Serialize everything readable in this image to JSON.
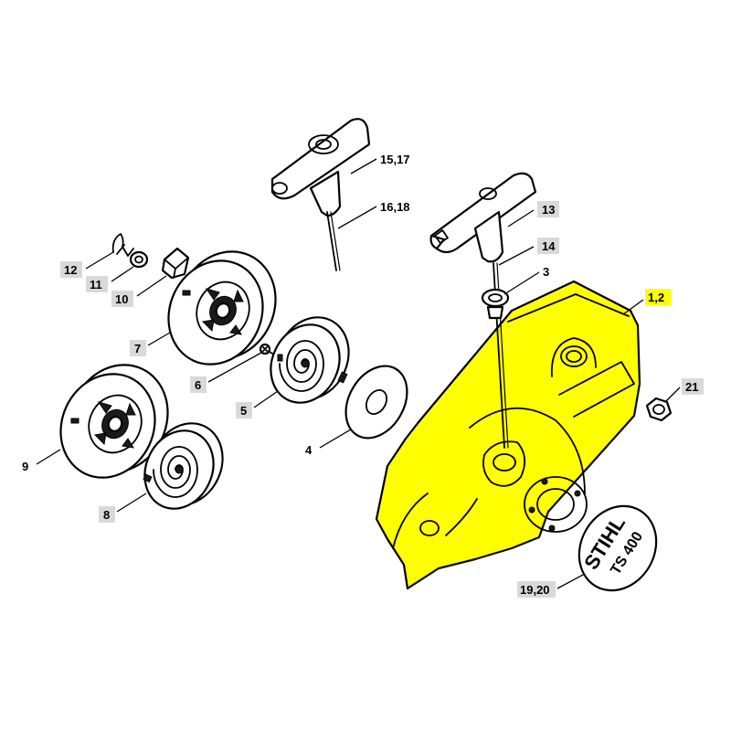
{
  "colors": {
    "housing_fill": "#ffff00",
    "label_bg": "#d9d9d9",
    "label_highlight_bg": "#ffff00",
    "line": "#000000"
  },
  "parts": {
    "p1_2": "1,2",
    "p3": "3",
    "p4": "4",
    "p5": "5",
    "p6": "6",
    "p7": "7",
    "p8": "8",
    "p9": "9",
    "p10": "10",
    "p12": "12",
    "p11": "11",
    "p13": "13",
    "p14": "14",
    "p15_17": "15,17",
    "p16_18": "16,18",
    "p19_20": "19,20",
    "p21": "21"
  },
  "logo": {
    "brand": "STIHL",
    "model": "TS 400"
  }
}
